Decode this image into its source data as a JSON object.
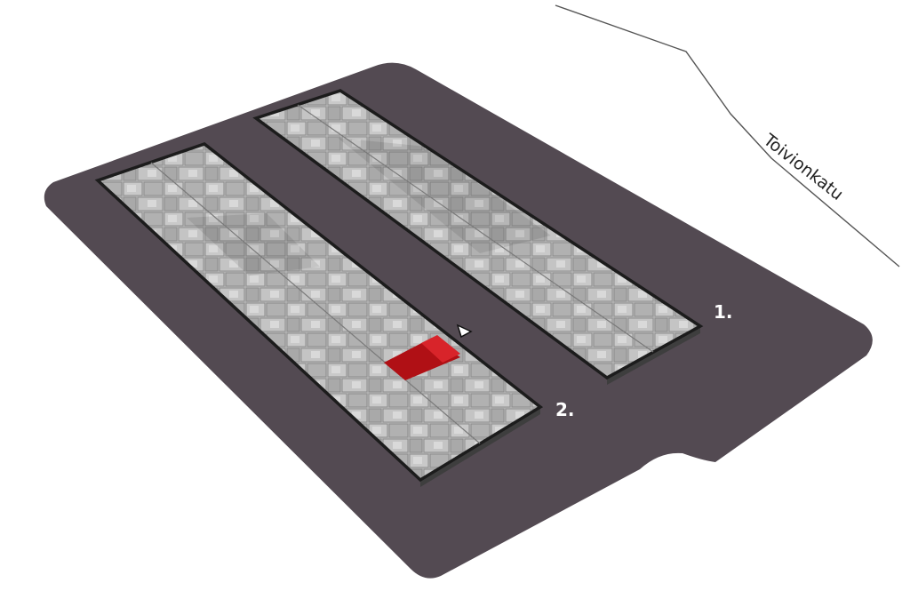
{
  "street": {
    "name": "Toivionkatu"
  },
  "buildings": [
    {
      "id": "building-1",
      "label": "1."
    },
    {
      "id": "building-2",
      "label": "2."
    }
  ],
  "colors": {
    "background": "#ffffff",
    "lot": "#534a52",
    "roof": "#bdbdbd",
    "roof_dark": "#8f8f8f",
    "wall": "#6b6b6b",
    "outline": "#1c1c1c",
    "highlight": "#c8141a",
    "street_line": "#555555"
  },
  "highlight": {
    "building": "building-2",
    "marker_icon": "view-direction-triangle"
  }
}
